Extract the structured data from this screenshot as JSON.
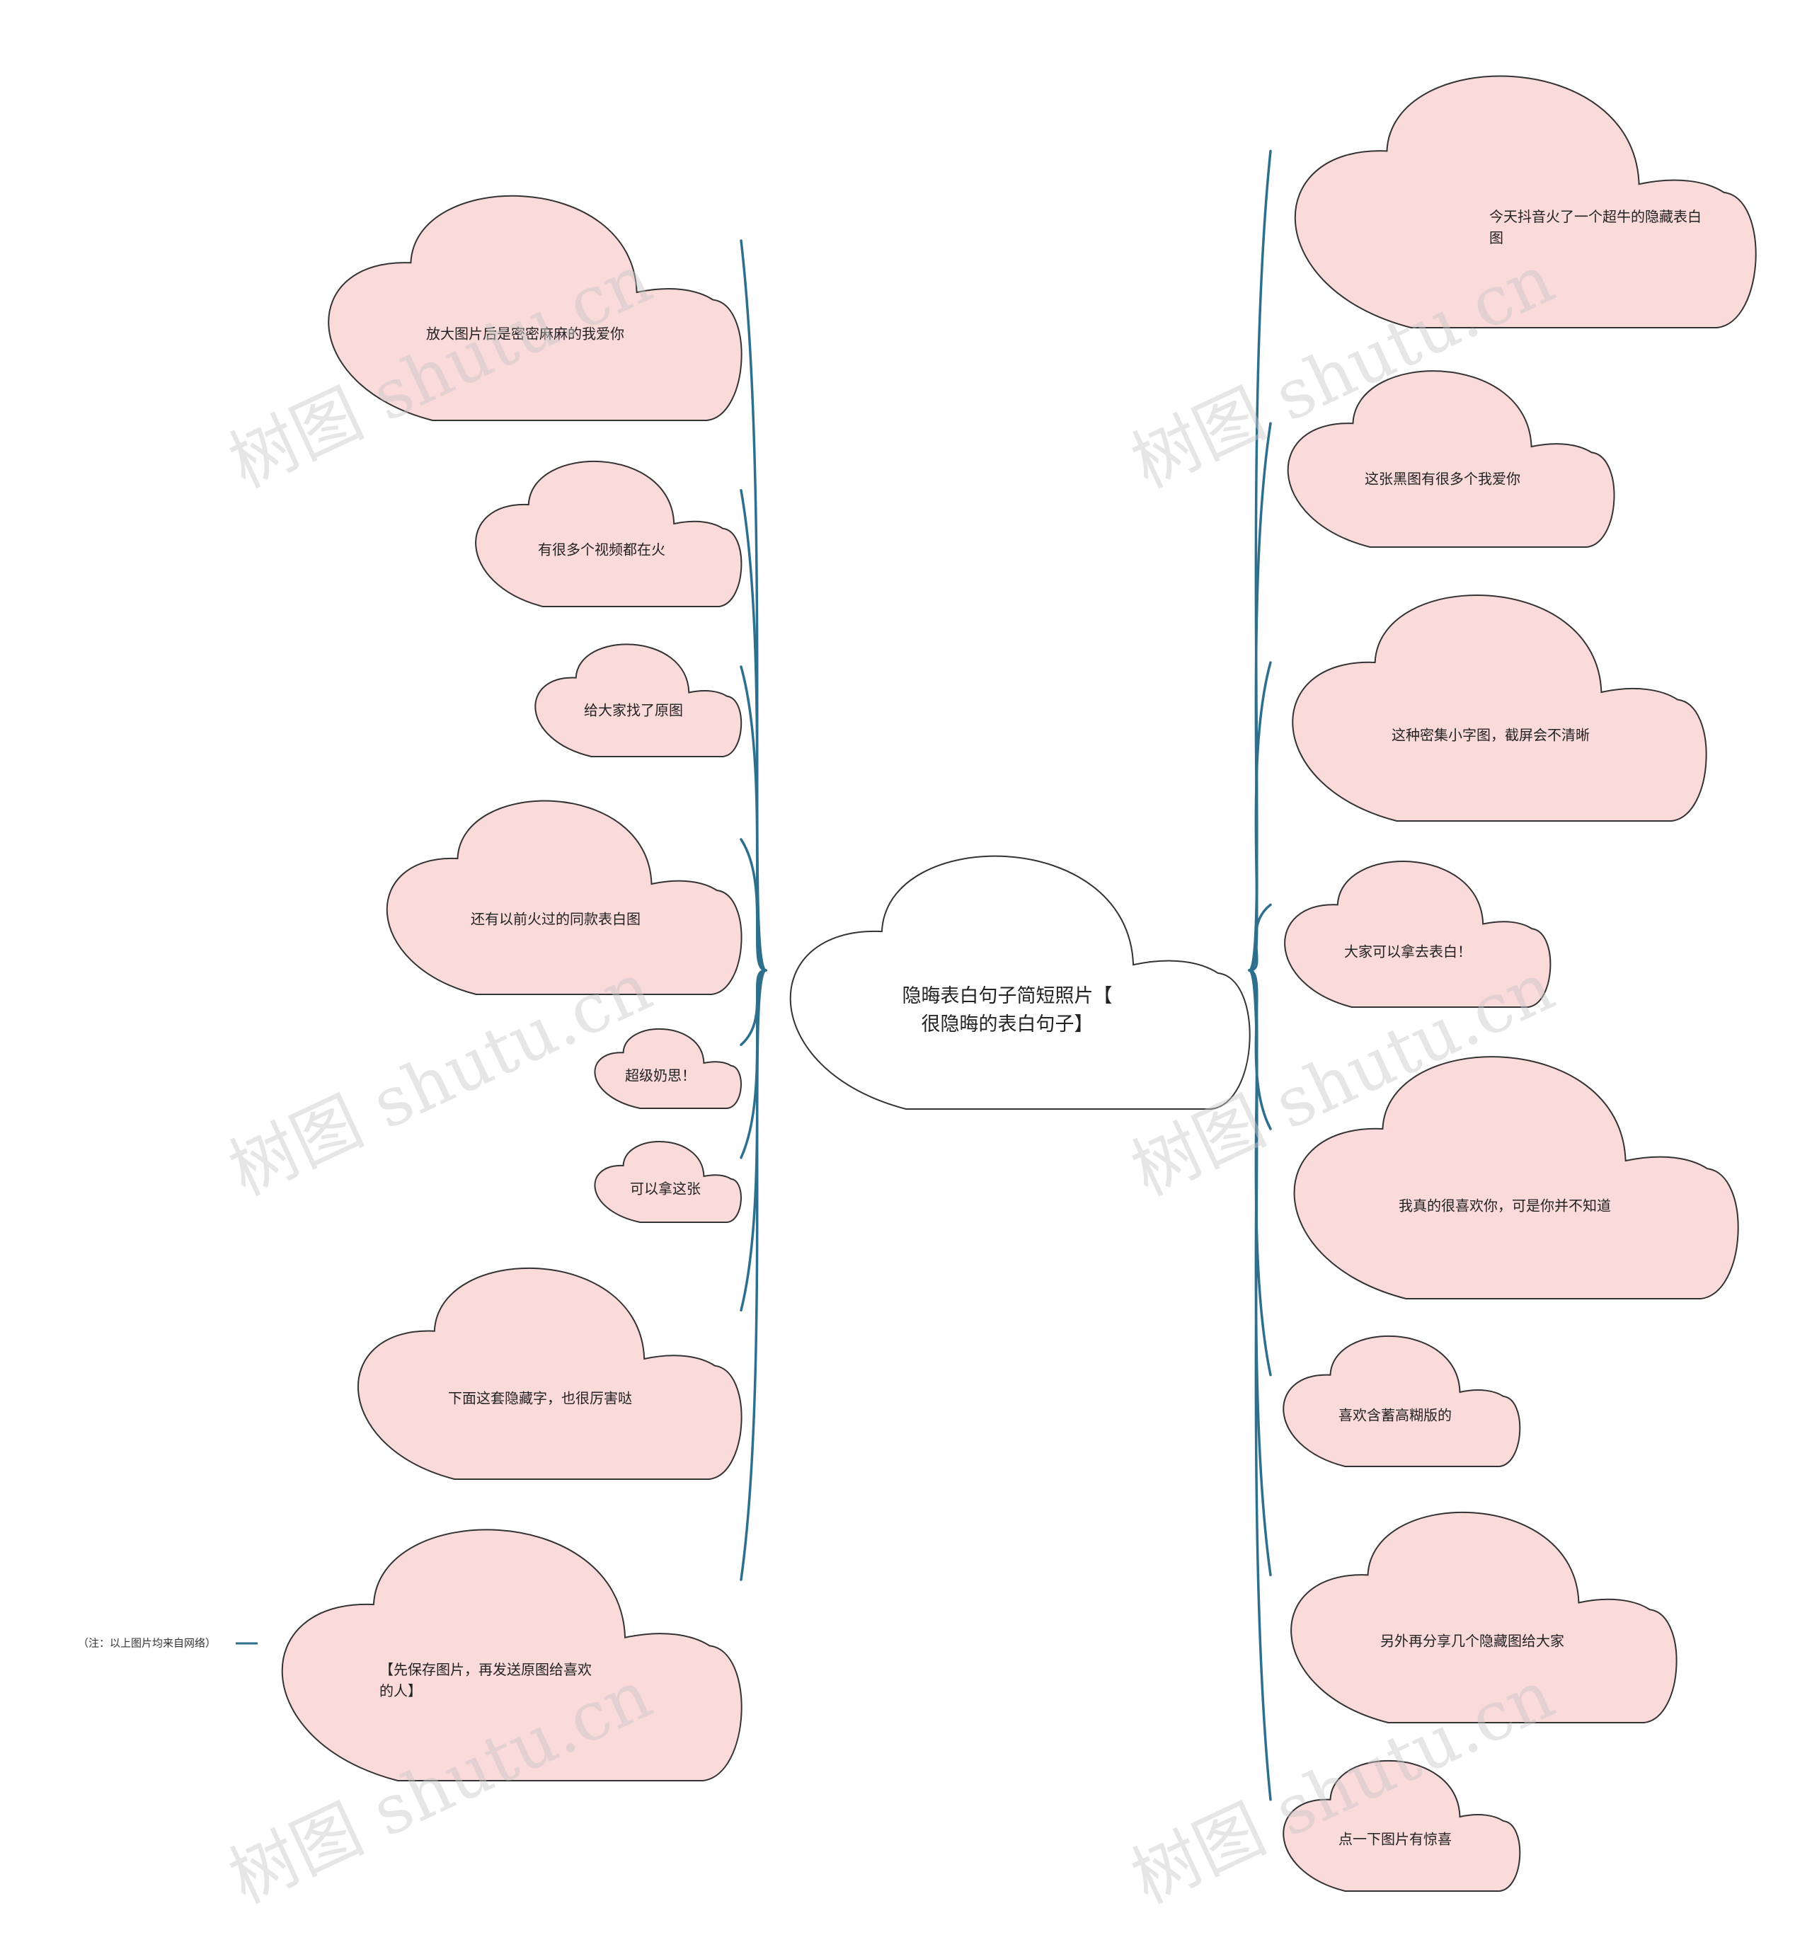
{
  "colors": {
    "cloud_fill": "#fbdada",
    "center_fill": "#ffffff",
    "stroke": "#333333",
    "branch": "#2e6f8e"
  },
  "center": {
    "text": "隐晦表白句子简短照片【很隐晦的表白句子】"
  },
  "left_nodes": [
    {
      "text": "放大图片后是密密麻麻的我爱你"
    },
    {
      "text": "有很多个视频都在火"
    },
    {
      "text": "给大家找了原图"
    },
    {
      "text": "还有以前火过的同款表白图"
    },
    {
      "text": "超级奶思！"
    },
    {
      "text": "可以拿这张"
    },
    {
      "text": "下面这套隐藏字，也很厉害哒"
    },
    {
      "text": "【先保存图片，再发送原图给喜欢的人】"
    }
  ],
  "right_nodes": [
    {
      "text": "今天抖音火了一个超牛的隐藏表白图"
    },
    {
      "text": "这张黑图有很多个我爱你"
    },
    {
      "text": "这种密集小字图，截屏会不清晰"
    },
    {
      "text": "大家可以拿去表白！"
    },
    {
      "text": "我真的很喜欢你，可是你并不知道"
    },
    {
      "text": "喜欢含蓄高糊版的"
    },
    {
      "text": "另外再分享几个隐藏图给大家"
    },
    {
      "text": "点一下图片有惊喜"
    }
  ],
  "note": {
    "text": "（注：以上图片均来自网络）"
  },
  "watermark": {
    "text": "树图 shutu.cn"
  }
}
